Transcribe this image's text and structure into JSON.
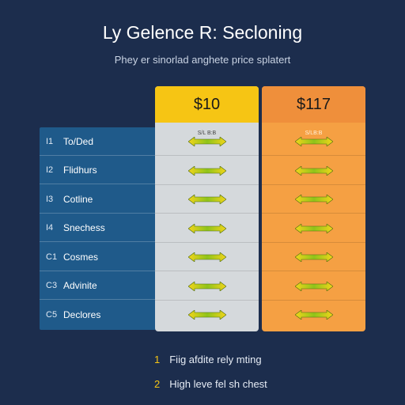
{
  "title": "Ly Gelence R: Secloning",
  "subtitle": "Phey er sinorlad anghete price splatert",
  "features": [
    {
      "num": "I1",
      "label": "To/Ded"
    },
    {
      "num": "I2",
      "label": "Flidhurs"
    },
    {
      "num": "I3",
      "label": "Cotline"
    },
    {
      "num": "I4",
      "label": "Snechess"
    },
    {
      "num": "C1",
      "label": "Cosmes"
    },
    {
      "num": "C3",
      "label": "Advinite"
    },
    {
      "num": "C5",
      "label": "Declores"
    }
  ],
  "plans": [
    {
      "price": "$10",
      "sub": "S/L  B:B",
      "color": "#f6c514"
    },
    {
      "price": "$117",
      "sub": "S/LB:B",
      "color": "#ef8f3b"
    }
  ],
  "notes": [
    {
      "num": "1",
      "text": "Fiig afdite rely mting"
    },
    {
      "num": "2",
      "text": "High leve fel sh chest"
    }
  ],
  "icons": {
    "cell_icon": "double-arrow-icon"
  },
  "colors": {
    "background": "#1c2d4d",
    "feature_column": "#1f5a8a",
    "plan_a_header": "#f6c514",
    "plan_a_body": "#d5d9dc",
    "plan_b_header": "#ef8f3b",
    "plan_b_body": "#f5a043",
    "arrow_green": "#8fc41a",
    "arrow_yellow": "#f3d51a"
  }
}
